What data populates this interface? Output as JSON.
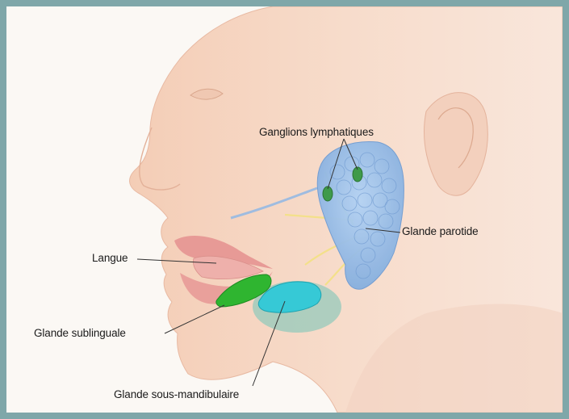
{
  "labels": {
    "lymph_nodes": "Ganglions lymphatiques",
    "parotid": "Glande parotide",
    "tongue": "Langue",
    "sublingual": "Glande sublinguale",
    "submandibular": "Glande sous-mandibulaire"
  },
  "colors": {
    "frame": "#7fa7a9",
    "background": "#fbf8f4",
    "skin": "#f6d8c6",
    "parotid_gland": "#8fb8e8",
    "lymph_node": "#3f9a4a",
    "sublingual_gland": "#2fb530",
    "submandibular_gland": "#36c9d6",
    "submandibular_shadow": "#8fc9bb",
    "tongue": "#e9a3a0",
    "nerve": "#f3e08a"
  }
}
